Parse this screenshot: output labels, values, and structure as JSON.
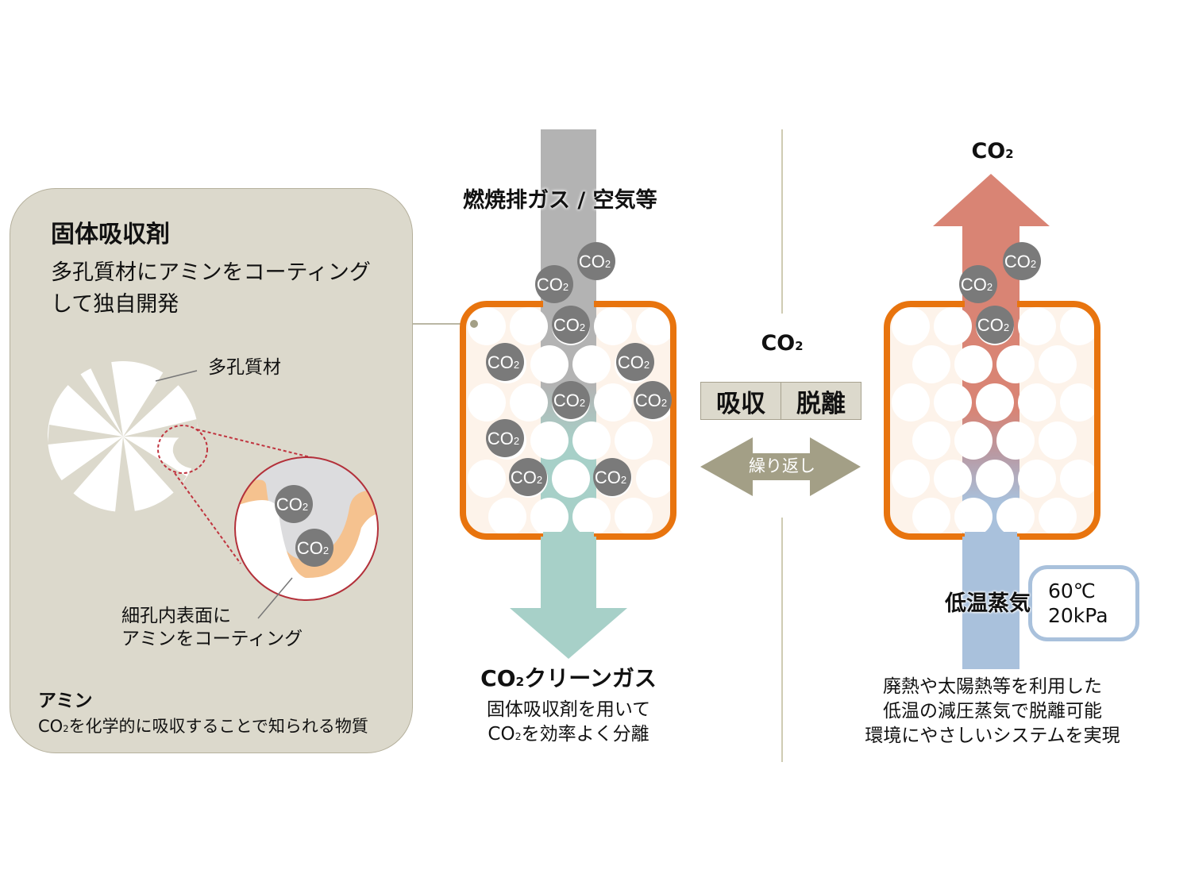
{
  "colors": {
    "panel_bg": "#dcd9cc",
    "orange_frame": "#e8740e",
    "co2_badge": "#7a7a7a",
    "inlet_gray": "#b3b3b3",
    "clean_gas_teal": "#a7d0c8",
    "co2_out_red": "#d98474",
    "steam_blue": "#a9c1dc",
    "repeat_arrow": "#a39f86",
    "magnify_ring": "#b3303a",
    "amine_coating": "#f5c28f"
  },
  "left_panel": {
    "title": "固体吸収剤",
    "subtitle_line1": "多孔質材にアミンをコーティング",
    "subtitle_line2": "して独自開発",
    "porous_label": "多孔質材",
    "coating_label_line1": "細孔内表面に",
    "coating_label_line2": "アミンをコーティング",
    "amine_title": "アミン",
    "amine_desc_prefix": "CO",
    "amine_desc_sub": "2",
    "amine_desc_rest": "を化学的に吸収することで知られる物質"
  },
  "co2_badge": {
    "base": "CO",
    "sub": "2"
  },
  "absorption": {
    "inlet_label": "燃焼排ガス / 空気等",
    "outlet_title_prefix": "CO",
    "outlet_title_sub": "2",
    "outlet_title_rest": "クリーンガス",
    "desc_line1": "固体吸収剤を用いて",
    "desc_line2_prefix": "CO",
    "desc_line2_sub": "2",
    "desc_line2_rest": "を効率よく分離"
  },
  "center": {
    "co2_label_base": "CO",
    "co2_label_sub": "2",
    "absorb_label": "吸収",
    "desorb_label": "脱離",
    "repeat_label": "繰り返し"
  },
  "desorption": {
    "output_label_base": "CO",
    "output_label_sub": "2",
    "steam_label": "低温蒸気",
    "steam_temp": "60℃",
    "steam_pressure": "20kPa",
    "desc_line1": "廃熱や太陽熱等を利用した",
    "desc_line2": "低温の減圧蒸気で脱離可能",
    "desc_line3": "環境にやさしいシステムを実現"
  }
}
